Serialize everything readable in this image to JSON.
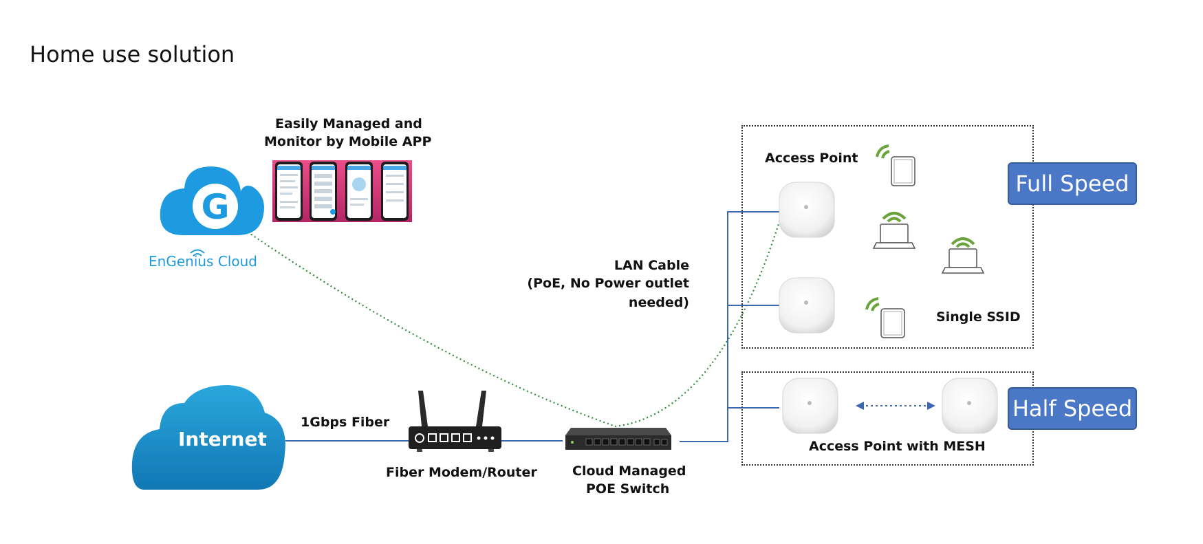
{
  "title": "Home use solution",
  "cloud": {
    "logo_letter": "G",
    "brand": "EnGenius Cloud"
  },
  "app": {
    "line1": "Easily Managed and",
    "line2": "Monitor by Mobile APP"
  },
  "internet": {
    "label": "Internet"
  },
  "fiber": {
    "label": "1Gbps Fiber"
  },
  "router": {
    "label": "Fiber Modem/Router"
  },
  "switch": {
    "line1": "Cloud Managed",
    "line2": "POE Switch"
  },
  "lan": {
    "line1": "LAN Cable",
    "line2": "(PoE, No Power outlet",
    "line3": "needed)"
  },
  "ap_section": {
    "label": "Access Point",
    "ssid": "Single SSID",
    "speed": "Full Speed"
  },
  "mesh_section": {
    "label": "Access Point  with MESH",
    "speed": "Half Speed"
  },
  "colors": {
    "speed_badge": "#4a78c6",
    "cable": "#3d67b0",
    "cloud_link": "#2e8b3a",
    "cloud_blue": "#1e9be0",
    "wifi_green": "#6aa33a"
  }
}
